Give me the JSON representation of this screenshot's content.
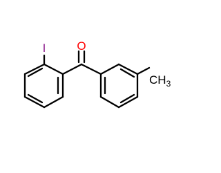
{
  "molecule": {
    "atoms": {
      "iodine": {
        "symbol": "I",
        "color": "#8B1A8B"
      },
      "oxygen": {
        "symbol": "O",
        "color": "#FF0000"
      },
      "methyl": {
        "symbol": "CH",
        "subscript": "3",
        "color": "#000000"
      }
    },
    "bond_color": "#000000",
    "background": "#FFFFFF"
  }
}
